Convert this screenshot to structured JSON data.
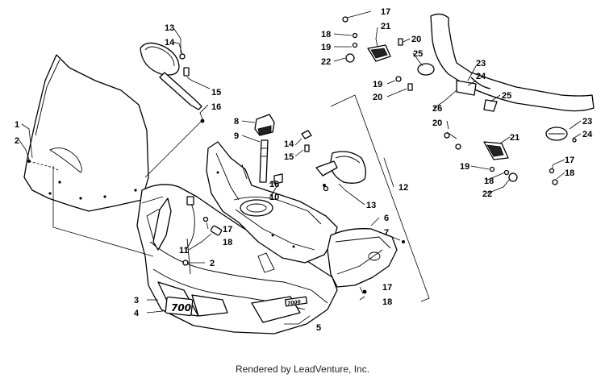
{
  "footer": {
    "credit": "Rendered by LeadVenture, Inc."
  },
  "callouts": {
    "c1": "1",
    "c2a": "2",
    "c2b": "2",
    "c3": "3",
    "c4": "4",
    "c5": "5",
    "c6": "6",
    "c7": "7",
    "c8": "8",
    "c9": "9",
    "c10": "10",
    "c11": "11",
    "c12": "12",
    "c13a": "13",
    "c13b": "13",
    "c14a": "14",
    "c14b": "14",
    "c15a": "15",
    "c15b": "15",
    "c16a": "16",
    "c16b": "16",
    "c17a": "17",
    "c17b": "17",
    "c17c": "17",
    "c17d": "17",
    "c18a": "18",
    "c18b": "18",
    "c18c": "18",
    "c18d": "18",
    "c18e": "18",
    "c19a": "19",
    "c19b": "19",
    "c19c": "19",
    "c20a": "20",
    "c20b": "20",
    "c20c": "20",
    "c21a": "21",
    "c21b": "21",
    "c22a": "22",
    "c22b": "22",
    "c23a": "23",
    "c23b": "23",
    "c24a": "24",
    "c24b": "24",
    "c25a": "25",
    "c25b": "25",
    "c26": "26"
  },
  "decals": {
    "model_badge": "700",
    "side_badge": "7000"
  }
}
